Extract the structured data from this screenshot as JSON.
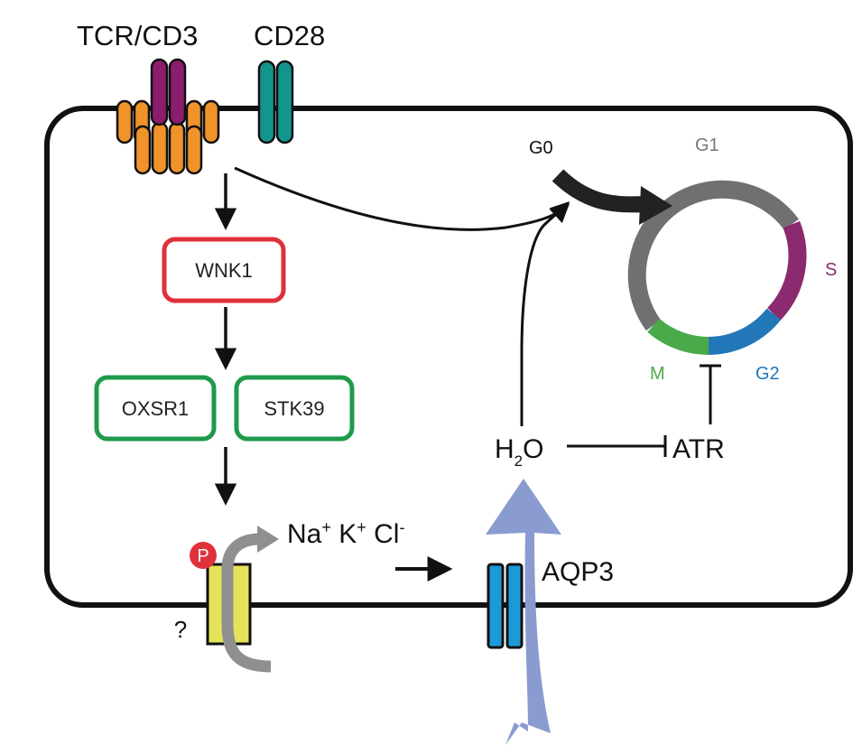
{
  "receptors": {
    "tcr_label": "TCR/CD3",
    "cd28_label": "CD28"
  },
  "pathway": {
    "wnk1": "WNK1",
    "oxsr1": "OXSR1",
    "stk39": "STK39"
  },
  "transporter": {
    "phospho": "P",
    "unknown": "?"
  },
  "ions": {
    "na": "Na",
    "na_sup": "+",
    "k": "K",
    "k_sup": "+",
    "cl": "Cl",
    "cl_sup": "-"
  },
  "water": {
    "h": "H",
    "sub": "2",
    "o": "O",
    "channel": "AQP3",
    "atr": "ATR"
  },
  "cell_cycle": {
    "g0": "G0",
    "g1": "G1",
    "s": "S",
    "g2": "G2",
    "m": "M"
  },
  "colors": {
    "tcr_orange": "#f0932a",
    "cd3_purple": "#8b1c6e",
    "cd28_teal": "#12958c",
    "wnk1_red": "#e0313b",
    "kinase_green": "#1f9a4a",
    "transporter_yellow": "#e4e45a",
    "aqp3_blue": "#1a9ad6",
    "water_flow": "#8a9bd0",
    "g1_gray": "#707070",
    "s_purple": "#8b2a6e",
    "g2_blue": "#2277b8",
    "m_green": "#4aaa4a"
  }
}
